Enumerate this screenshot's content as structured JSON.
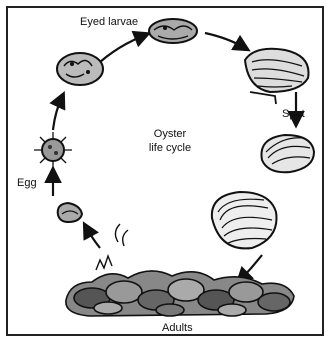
{
  "diagram": {
    "title_line1": "Oyster",
    "title_line2": "life cycle",
    "stages": {
      "eyed_larvae": "Eyed larvae",
      "spat": "Spat",
      "adults": "Adults",
      "egg": "Egg"
    }
  }
}
